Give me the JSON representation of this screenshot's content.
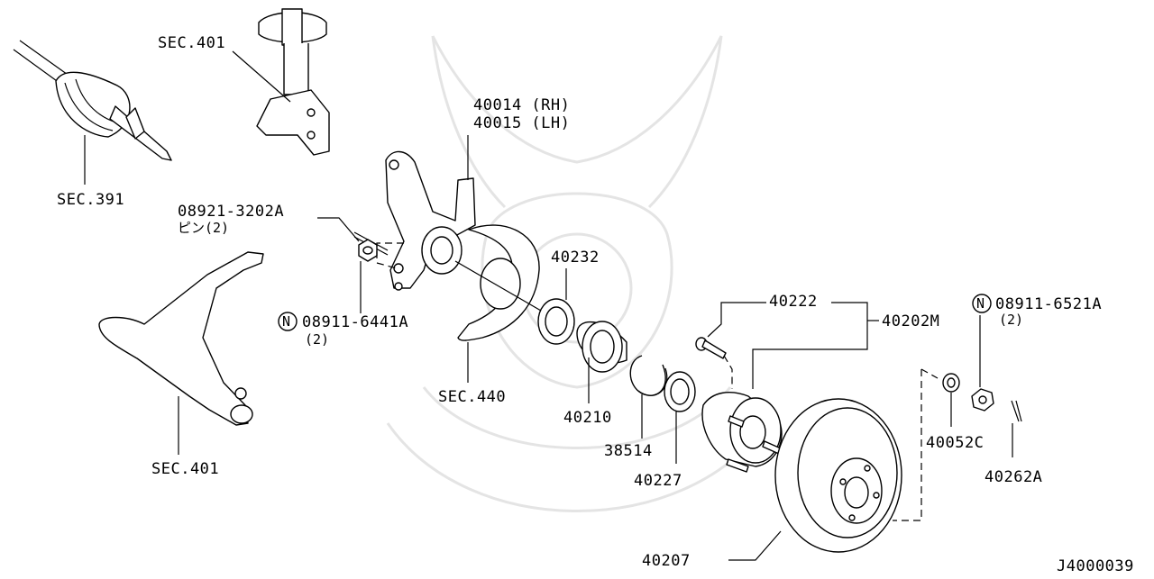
{
  "diagram": {
    "code": "J4000039",
    "labels": {
      "sec401_top": "SEC.401",
      "sec391": "SEC.391",
      "knuckle_rh": "40014 (RH)",
      "knuckle_lh": "40015 (LH)",
      "pin_part": "08921-3202A",
      "pin_qty": "ピン(2)",
      "nut_part": "08911-6441A",
      "nut_qty": "(2)",
      "nut_marker": "N",
      "sec440": "SEC.440",
      "sec401_bottom": "SEC.401",
      "seal_outer": "40232",
      "bearing": "40210",
      "snap_ring": "38514",
      "seal_inner": "40227",
      "bolt": "40222",
      "hub_assy": "40202M",
      "lock_nut_part": "08911-6521A",
      "lock_nut_qty": "(2)",
      "lock_nut_marker": "N",
      "washer": "40052C",
      "cotter_pin": "40262A",
      "rotor": "40207"
    }
  }
}
